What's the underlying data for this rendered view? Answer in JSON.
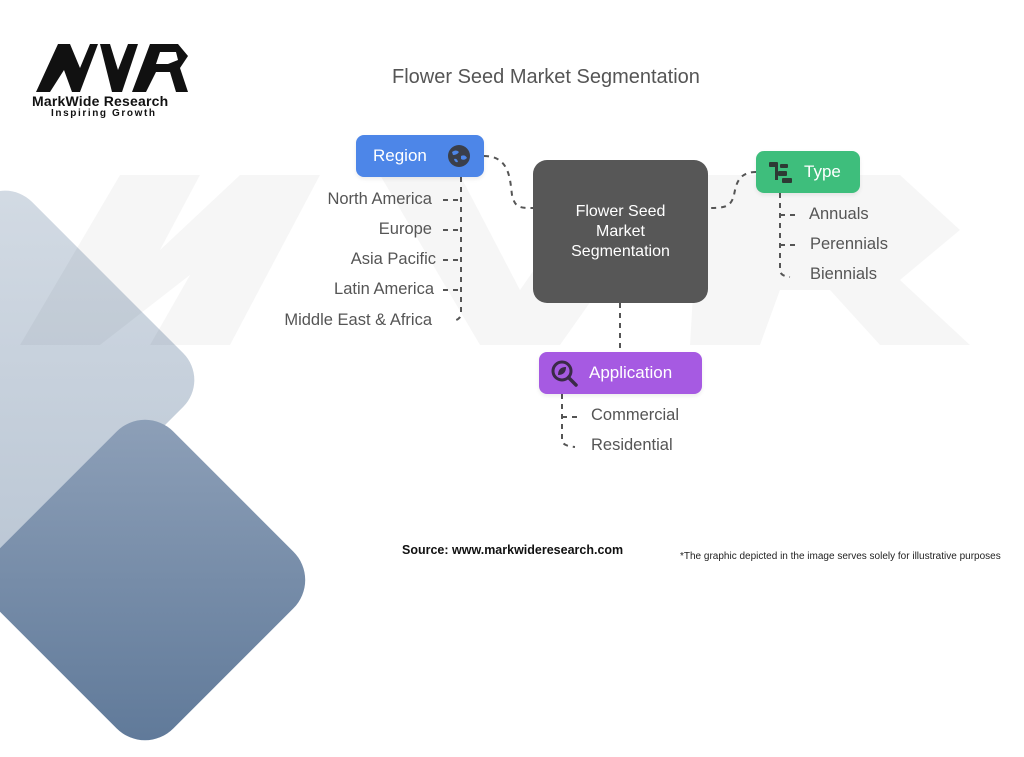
{
  "brand": {
    "name": "MarkWide Research",
    "tagline": "Inspiring Growth",
    "logo_mark": "MWR"
  },
  "title": "Flower Seed Market Segmentation",
  "center_node": {
    "line1": "Flower Seed",
    "line2": "Market",
    "line3": "Segmentation",
    "color": "#575757"
  },
  "segments": {
    "region": {
      "label": "Region",
      "icon": "globe-icon",
      "color": "#4d86e8",
      "items": [
        "North America",
        "Europe",
        "Asia Pacific",
        "Latin America",
        "Middle East & Africa"
      ]
    },
    "type": {
      "label": "Type",
      "icon": "hierarchy-icon",
      "color": "#3ebe7c",
      "items": [
        "Annuals",
        "Perennials",
        "Biennials"
      ]
    },
    "application": {
      "label": "Application",
      "icon": "leaf-search-icon",
      "color": "#a65ae2",
      "items": [
        "Commercial",
        "Residential"
      ]
    }
  },
  "footer": {
    "source": "Source: www.markwideresearch.com",
    "disclaimer": "*The graphic depicted in the image serves solely for illustrative purposes"
  }
}
